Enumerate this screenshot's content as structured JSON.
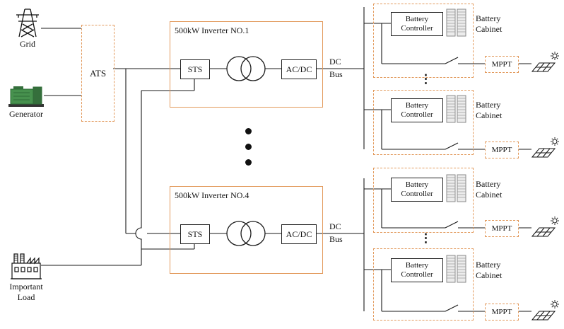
{
  "colors": {
    "accent": "#E2995B",
    "line": "#1a1a1a"
  },
  "sources": {
    "grid": "Grid",
    "generator": "Generator",
    "important_load_1": "Important",
    "important_load_2": "Load"
  },
  "ats": {
    "label": "ATS"
  },
  "inverters": [
    {
      "title": "500kW Inverter NO.1",
      "sts": "STS",
      "acdc": "AC/DC",
      "dc": "DC",
      "bus": "Bus"
    },
    {
      "title": "500kW Inverter NO.4",
      "sts": "STS",
      "acdc": "AC/DC",
      "dc": "DC",
      "bus": "Bus"
    }
  ],
  "battery_groups": [
    {
      "controller_line1": "Battery",
      "controller_line2": "Controller",
      "cabinet_line1": "Battery",
      "cabinet_line2": "Cabinet",
      "mppt": "MPPT"
    },
    {
      "controller_line1": "Battery",
      "controller_line2": "Controller",
      "cabinet_line1": "Battery",
      "cabinet_line2": "Cabinet",
      "mppt": "MPPT"
    },
    {
      "controller_line1": "Battery",
      "controller_line2": "Controller",
      "cabinet_line1": "Battery",
      "cabinet_line2": "Cabinet",
      "mppt": "MPPT"
    },
    {
      "controller_line1": "Battery",
      "controller_line2": "Controller",
      "cabinet_line1": "Battery",
      "cabinet_line2": "Cabinet",
      "mppt": "MPPT"
    }
  ],
  "separators": {
    "vertical_ellipsis": "⋮"
  }
}
